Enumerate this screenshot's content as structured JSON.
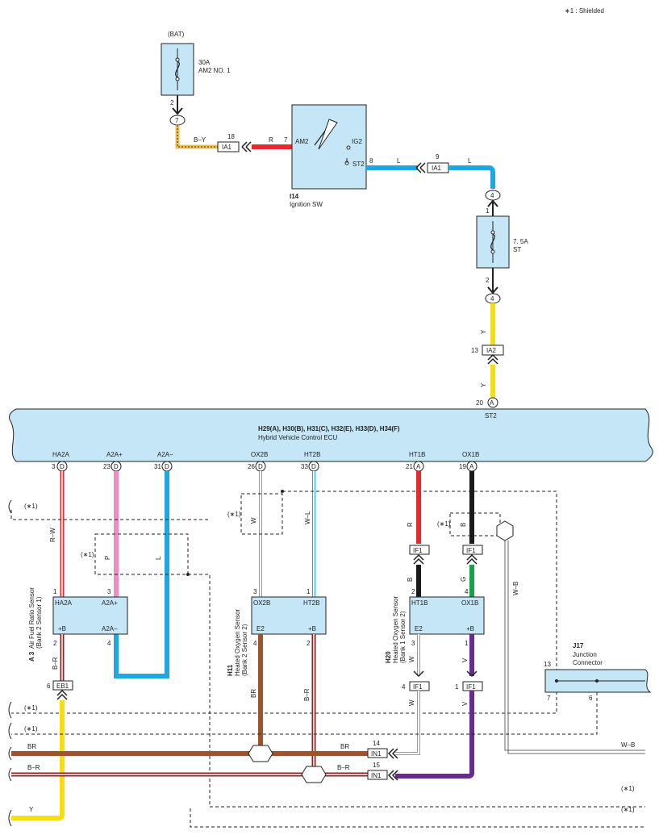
{
  "note": "∗1 : Shielded",
  "battery": "(BAT)",
  "fuse_am2": {
    "rating": "30A",
    "name": "AM2 NO. 1"
  },
  "fuse_st": {
    "rating": "7. 5A",
    "name": "ST"
  },
  "ignition": {
    "code": "I14",
    "name": "Ignition SW",
    "pins": {
      "am2": "AM2",
      "ig2": "IG2",
      "st2": "ST2"
    }
  },
  "ecu": {
    "codes": "H29(A), H30(B), H31(C), H32(E), H33(D), H34(F)",
    "name": "Hybrid Vehicle Control ECU",
    "st2": "ST2",
    "st2_pin": "20",
    "st2_conn": "A"
  },
  "ecu_pins": [
    {
      "label": "HA2A",
      "num": "3",
      "conn": "D"
    },
    {
      "label": "A2A+",
      "num": "23",
      "conn": "D"
    },
    {
      "label": "A2A−",
      "num": "31",
      "conn": "D"
    },
    {
      "label": "OX2B",
      "num": "26",
      "conn": "D"
    },
    {
      "label": "HT2B",
      "num": "33",
      "conn": "D"
    },
    {
      "label": "HT1B",
      "num": "21",
      "conn": "A"
    },
    {
      "label": "OX1B",
      "num": "19",
      "conn": "A"
    }
  ],
  "sensor_a3": {
    "code": "A 3",
    "name": "Air Fuel Ratio Sensor",
    "detail": "(Bank 2 Sensor 1)",
    "tl": "HA2A",
    "tr": "A2A+",
    "bl": "+B",
    "br": "A2A−",
    "p_tl": "1",
    "p_tr": "3",
    "p_bl": "2",
    "p_br": "4"
  },
  "sensor_h11": {
    "code": "H11",
    "name": "Heated Oxygen Sensor",
    "detail": "(Bank 2 Sensor 2)",
    "tl": "OX2B",
    "tr": "HT2B",
    "bl": "E2",
    "br": "+B",
    "p_tl": "3",
    "p_tr": "1",
    "p_bl": "4",
    "p_br": "2"
  },
  "sensor_h20": {
    "code": "H20",
    "name": "Heated Oxygen Sensor",
    "detail": "(Bank 1 Sensor 2)",
    "tl": "HT1B",
    "tr": "OX1B",
    "bl": "E2",
    "br": "+B",
    "p_tl": "2",
    "p_tr": "4",
    "p_bl": "3",
    "p_br": "1"
  },
  "junction": {
    "code": "J17",
    "name": "Junction",
    "name2": "Connector",
    "p13": "13",
    "p7": "7",
    "p6": "6"
  },
  "connectors": {
    "ia1": "IA1",
    "ia2": "IA2",
    "if1": "IF1",
    "in1": "IN1",
    "eb1": "EB1"
  },
  "pins": {
    "p2": "2",
    "p7": "7",
    "p18": "18",
    "p8": "8",
    "p9": "9",
    "p4": "4",
    "p1": "1",
    "p13": "13",
    "p6": "6",
    "p14": "14",
    "p15": "15"
  },
  "wires": {
    "by": "B–Y",
    "r": "R",
    "l": "L",
    "y": "Y",
    "rw": "R–W",
    "p": "P",
    "br_wire": "B–R",
    "w": "W",
    "wl": "W–L",
    "b": "B",
    "g": "G",
    "v": "V",
    "wb": "W–B",
    "brown": "BR"
  },
  "shield": "(∗1)",
  "colors": {
    "red": "#e8282d",
    "blue": "#1ea7e4",
    "yellow": "#f7de13",
    "brown": "#a0522d",
    "pink": "#ee8ec0",
    "purple": "#6a2a90",
    "green": "#17a34a",
    "black": "#1a1a1a",
    "box": "#c4e6f7"
  }
}
